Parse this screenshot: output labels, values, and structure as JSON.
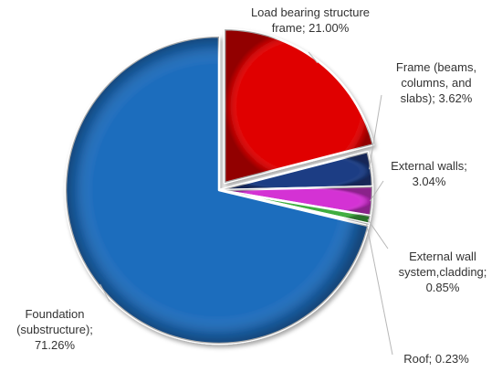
{
  "chart_data": {
    "type": "pie",
    "title": "",
    "slices": [
      {
        "name": "Load bearing structure frame",
        "value": 21.0,
        "color": "#e00000",
        "label_lines": [
          "Load bearing structure",
          "frame; 21.00%"
        ]
      },
      {
        "name": "Frame (beams, columns, and slabs)",
        "value": 3.62,
        "color": "#1b3c84",
        "label_lines": [
          "Frame (beams,",
          "columns, and",
          "slabs); 3.62%"
        ]
      },
      {
        "name": "External walls",
        "value": 3.04,
        "color": "#d431d4",
        "label_lines": [
          "External walls;",
          "3.04%"
        ]
      },
      {
        "name": "External wall system,cladding",
        "value": 0.85,
        "color": "#3fae3f",
        "label_lines": [
          "External wall",
          "system,cladding;",
          "0.85%"
        ]
      },
      {
        "name": "Roof",
        "value": 0.23,
        "color": "#8a8a8a",
        "label_lines": [
          "Roof; 0.23%"
        ]
      },
      {
        "name": "Foundation (substructure)",
        "value": 71.26,
        "color": "#1f6dbd",
        "label_lines": [
          "Foundation",
          "(substructure);",
          "71.26%"
        ]
      }
    ],
    "exploded_slice": "Load bearing structure frame",
    "legend": "none",
    "style": "3d-bevel"
  }
}
